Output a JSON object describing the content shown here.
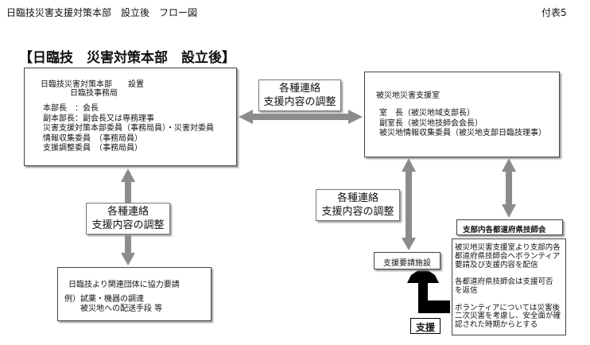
{
  "header": {
    "title": "日臨技災害支援対策本部　設立後　フロー図",
    "page_ref": "付表5"
  },
  "heading": "【日臨技　災害対策本部　設立後】",
  "hq_box": {
    "title_line1": "日臨技災害対策本部　　設置",
    "title_line2": "日臨技事務局",
    "lines": [
      "本部長　：会長",
      "副本部長：副会長又は専務理事",
      "災害支援対策本部委員（事務局員）・災害対委員",
      "情報収集委員　（事務局員）",
      "支援調整委員　（事務局員）"
    ]
  },
  "arrow_label_top": {
    "line1": "各種連絡",
    "line2": "支援内容の調整"
  },
  "arrow_label_left": {
    "line1": "各種連絡",
    "line2": "支援内容の調整"
  },
  "arrow_label_right": {
    "line1": "各種連絡",
    "line2": "支援内容の調整"
  },
  "disaster_office": {
    "title": "被災地災害支援室",
    "lines": [
      "室　長（被災地域支部長）",
      "副室長（被災地技師会会長）",
      "被災地情報収集委員（被災地支部日臨技理事）"
    ]
  },
  "request_box": {
    "title": "日臨技より関連団体に協力要請",
    "lines": [
      "例）試薬・機器の調達",
      "　　被災地への配送手段 等"
    ]
  },
  "prefecture_box": {
    "title": "支部内各都道府県技師会"
  },
  "prefecture_notes": {
    "lines": [
      "被災地災害支援室より支部内各",
      "都道府県技師会へボランティア",
      "要請及び支援内容を配信",
      "",
      "各都道府県技師会は支援可否",
      "を返信",
      "",
      "ボランティアについては災害後",
      "二次災害を考慮し、安全面が確",
      "認された時期からとする"
    ]
  },
  "facility_box": {
    "label": "支援要請施設"
  },
  "support_label": "支援"
}
